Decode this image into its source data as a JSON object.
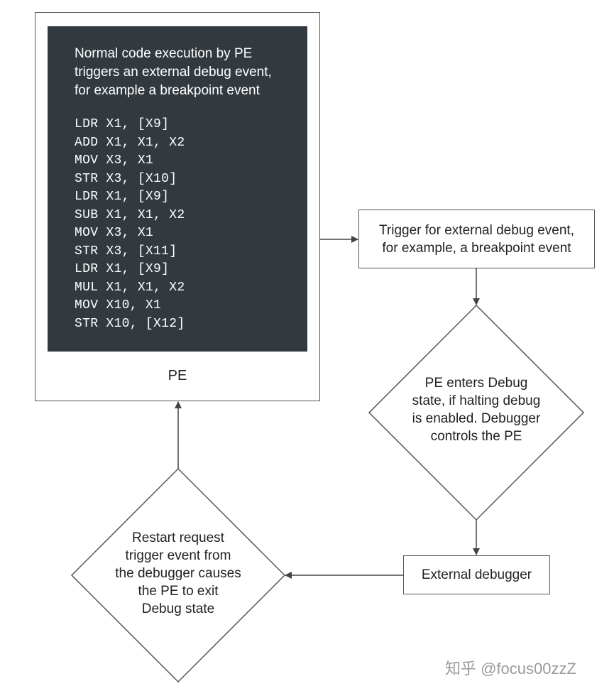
{
  "pe_box": {
    "intro_lines": [
      "Normal code execution by PE",
      "triggers an external debug event,",
      "for example a breakpoint event"
    ],
    "code_lines": [
      "LDR X1, [X9]",
      "ADD X1, X1, X2",
      "MOV X3, X1",
      "STR X3, [X10]",
      "LDR X1, [X9]",
      "SUB X1, X1, X2",
      "MOV X3, X1",
      "STR X3, [X11]",
      "LDR X1, [X9]",
      "MUL X1, X1, X2",
      "MOV X10, X1",
      "STR X10, [X12]"
    ],
    "label": "PE"
  },
  "trigger_box": {
    "lines": [
      "Trigger for external debug event,",
      "for example, a breakpoint event"
    ]
  },
  "debug_state_diamond": {
    "lines": [
      "PE enters Debug",
      "state, if halting debug",
      "is enabled. Debugger",
      "controls the PE"
    ]
  },
  "external_debugger_box": {
    "label": "External debugger"
  },
  "restart_diamond": {
    "lines": [
      "Restart request",
      "trigger event from",
      "the debugger causes",
      "the PE to exit",
      "Debug state"
    ]
  },
  "watermark": "知乎 @focus00zzZ",
  "colors": {
    "code_panel_bg": "#323a40",
    "border": "#555555",
    "arrow": "#444444"
  }
}
